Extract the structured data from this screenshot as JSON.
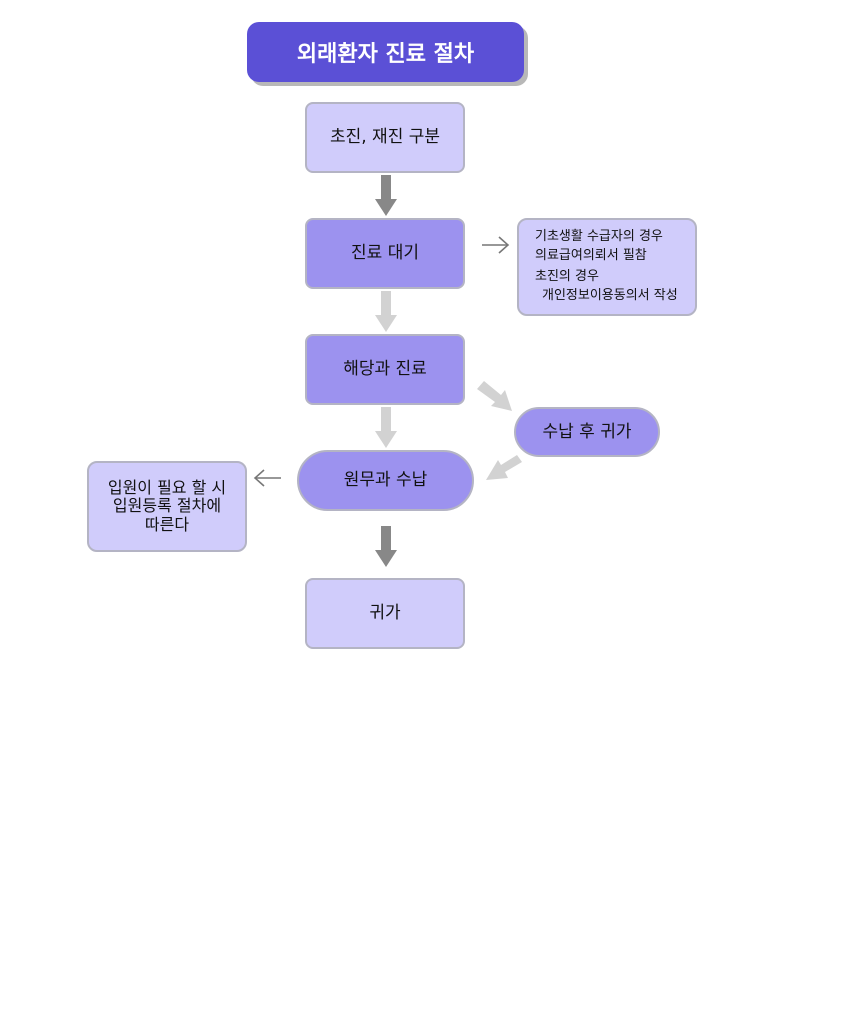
{
  "title": "외래환자 진료 절차",
  "steps": {
    "first_visit": "초진, 재진 구분",
    "waiting": "진료 대기",
    "department": "해당과 진료",
    "payment": "원무과 수납",
    "pay_after": "수납 후 귀가",
    "home": "귀가"
  },
  "notes": {
    "waiting_note": {
      "line1": "기초생활 수급자의 경우",
      "line2": "의료급여의뢰서 필참",
      "line3": "초진의 경우",
      "line4": "개인정보이용동의서 작성"
    },
    "admission_note": {
      "line1": "입원이 필요 할 시",
      "line2": "입원등록 절차에",
      "line3": "따른다"
    }
  },
  "colors": {
    "title_bg": "#5b50d6",
    "light_box": "#d0ccfb",
    "mid_box": "#9c92ef",
    "arrow_dark": "#888888",
    "arrow_light": "#d2d2d2"
  }
}
